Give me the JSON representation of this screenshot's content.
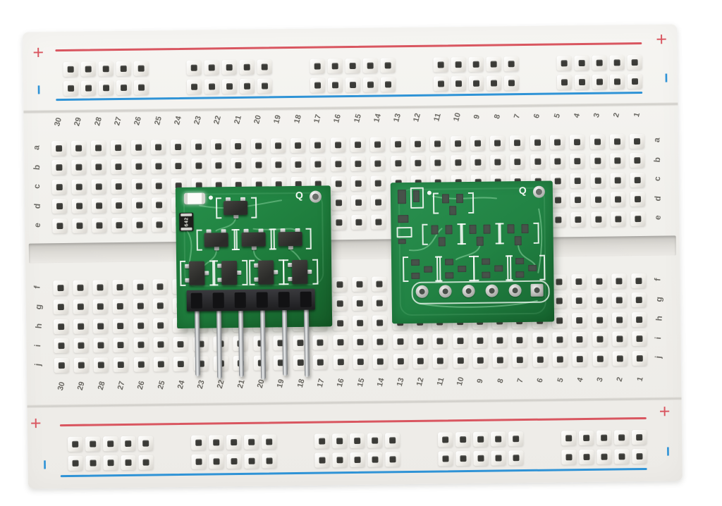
{
  "breadboard": {
    "column_numbers": [
      "30",
      "29",
      "28",
      "27",
      "26",
      "25",
      "24",
      "23",
      "22",
      "21",
      "20",
      "19",
      "18",
      "17",
      "16",
      "15",
      "14",
      "13",
      "12",
      "11",
      "10",
      "9",
      "8",
      "7",
      "6",
      "5",
      "4",
      "3",
      "2",
      "1"
    ],
    "row_letters_top": [
      "a",
      "b",
      "c",
      "d",
      "e"
    ],
    "row_letters_bottom": [
      "f",
      "g",
      "h",
      "i",
      "j"
    ],
    "rail": {
      "plus": "+",
      "minus": "−",
      "groups_per_rail": 5,
      "holes_per_group": 5,
      "rows_per_rail": 2
    },
    "grid": {
      "columns": 30,
      "rows_per_block": 5
    }
  },
  "left_pcb": {
    "logo": "Q",
    "resistor_marking": "642",
    "transistor_count_top": 1,
    "transistor_count_middle": 3,
    "transistor_count_bottom": 4,
    "header_pin_count": 6
  },
  "right_pcb": {
    "logo": "Q",
    "footprint_count_top": 1,
    "footprint_count_middle": 3,
    "footprint_count_bottom": 4,
    "through_hole_count": 6
  },
  "colors": {
    "red": "#d95660",
    "blue": "#2f93d6",
    "board-white": "#f3f2ee",
    "hole-dark": "#3b3b37",
    "label": "#56544e",
    "pcb-green-left": "#1e7c3c",
    "pcb-green-right": "#218243",
    "silk": "#f2f8f3",
    "component-black": "#2b2b29",
    "pin-silver": "#c9cccd"
  }
}
